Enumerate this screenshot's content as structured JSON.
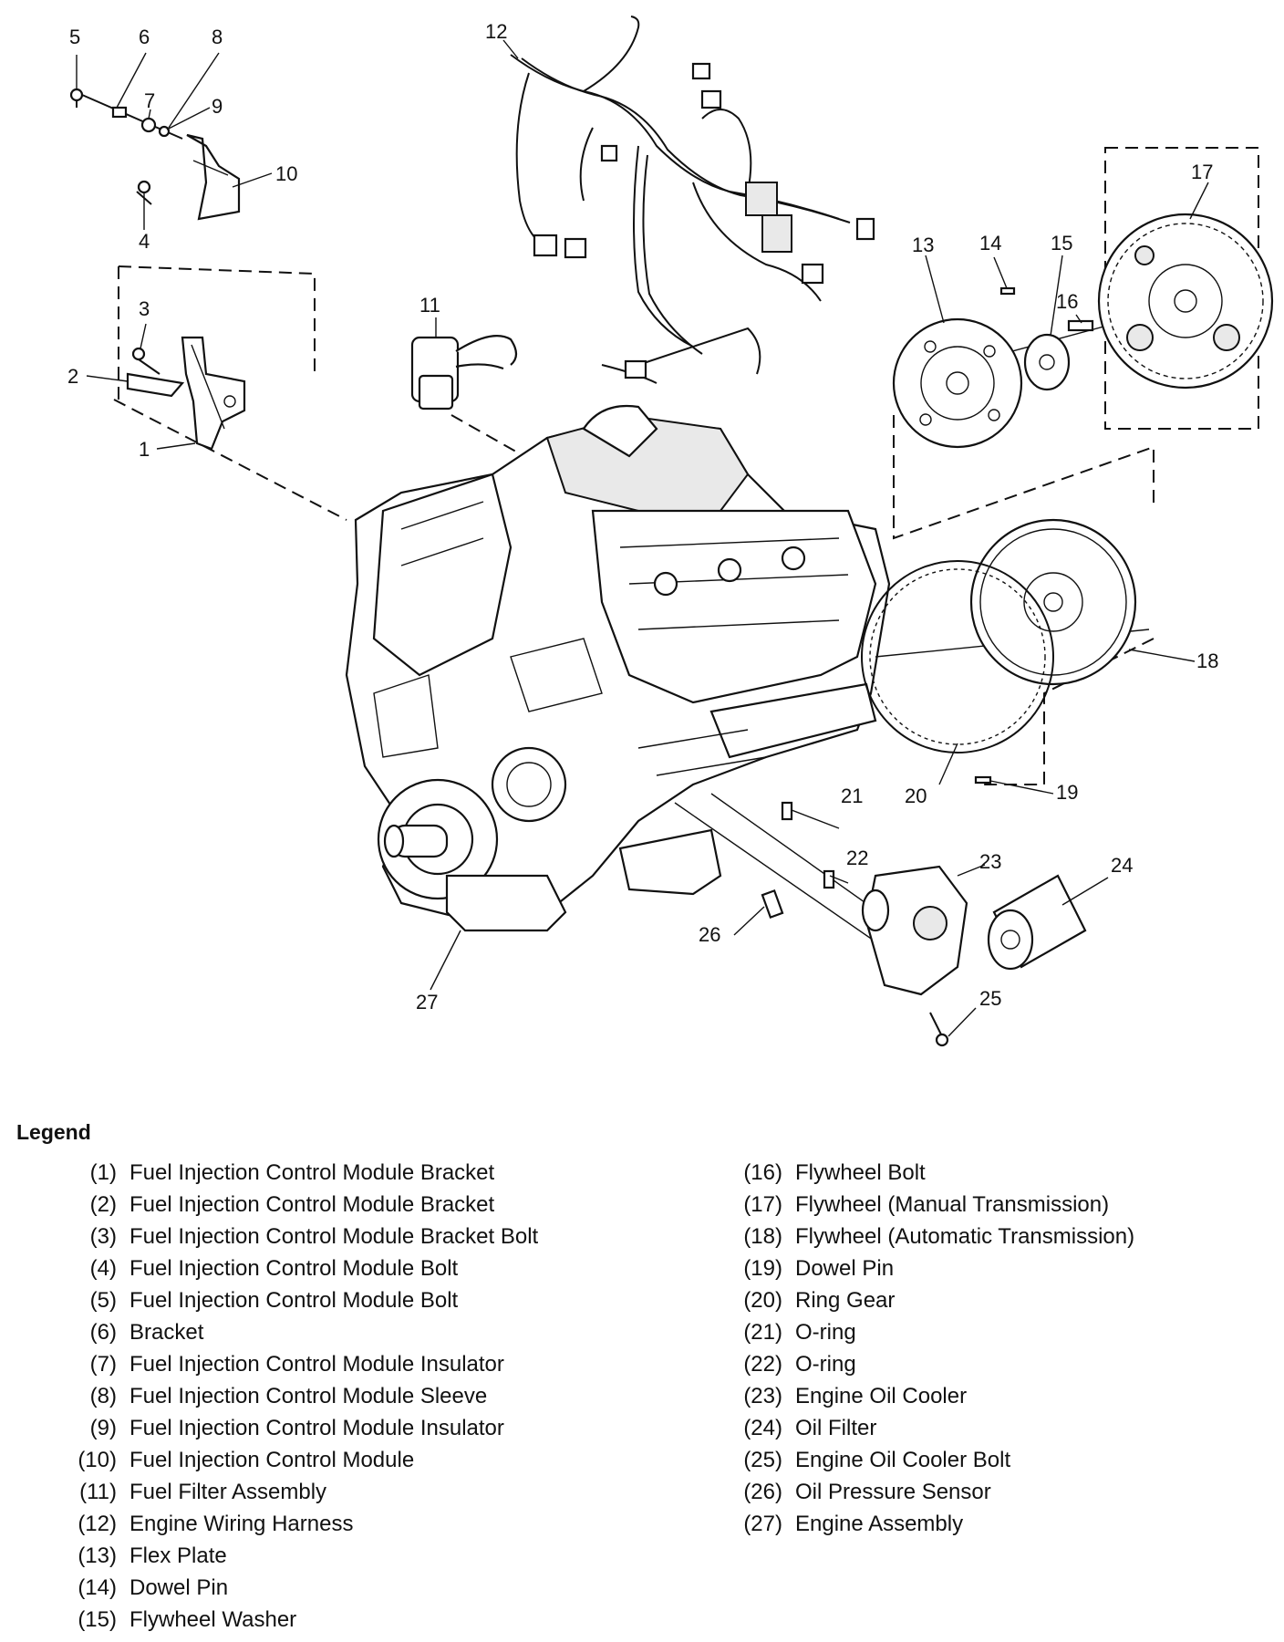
{
  "callouts": {
    "c1": "1",
    "c2": "2",
    "c3": "3",
    "c4": "4",
    "c5": "5",
    "c6": "6",
    "c7": "7",
    "c8": "8",
    "c9": "9",
    "c10": "10",
    "c11": "11",
    "c12": "12",
    "c13": "13",
    "c14": "14",
    "c15": "15",
    "c16": "16",
    "c17": "17",
    "c18": "18",
    "c19": "19",
    "c20": "20",
    "c21": "21",
    "c22": "22",
    "c23": "23",
    "c24": "24",
    "c25": "25",
    "c26": "26",
    "c27": "27"
  },
  "legend": {
    "title": "Legend",
    "left": [
      {
        "num": "(1)",
        "label": "Fuel Injection Control Module Bracket"
      },
      {
        "num": "(2)",
        "label": "Fuel Injection Control Module Bracket"
      },
      {
        "num": "(3)",
        "label": "Fuel Injection Control Module Bracket Bolt"
      },
      {
        "num": "(4)",
        "label": "Fuel Injection Control Module Bolt"
      },
      {
        "num": "(5)",
        "label": "Fuel Injection Control Module Bolt"
      },
      {
        "num": "(6)",
        "label": "Bracket"
      },
      {
        "num": "(7)",
        "label": "Fuel Injection Control Module Insulator"
      },
      {
        "num": "(8)",
        "label": "Fuel Injection Control Module Sleeve"
      },
      {
        "num": "(9)",
        "label": "Fuel Injection Control Module Insulator"
      },
      {
        "num": "(10)",
        "label": "Fuel Injection Control Module"
      },
      {
        "num": "(11)",
        "label": "Fuel Filter Assembly"
      },
      {
        "num": "(12)",
        "label": "Engine Wiring Harness"
      },
      {
        "num": "(13)",
        "label": "Flex Plate"
      },
      {
        "num": "(14)",
        "label": "Dowel Pin"
      },
      {
        "num": "(15)",
        "label": "Flywheel Washer"
      }
    ],
    "right": [
      {
        "num": "(16)",
        "label": "Flywheel Bolt"
      },
      {
        "num": "(17)",
        "label": "Flywheel (Manual Transmission)"
      },
      {
        "num": "(18)",
        "label": "Flywheel (Automatic Transmission)"
      },
      {
        "num": "(19)",
        "label": "Dowel Pin"
      },
      {
        "num": "(20)",
        "label": "Ring Gear"
      },
      {
        "num": "(21)",
        "label": "O-ring"
      },
      {
        "num": "(22)",
        "label": "O-ring"
      },
      {
        "num": "(23)",
        "label": "Engine Oil Cooler"
      },
      {
        "num": "(24)",
        "label": "Oil Filter"
      },
      {
        "num": "(25)",
        "label": "Engine Oil Cooler Bolt"
      },
      {
        "num": "(26)",
        "label": "Oil Pressure Sensor"
      },
      {
        "num": "(27)",
        "label": "Engine Assembly"
      }
    ]
  }
}
